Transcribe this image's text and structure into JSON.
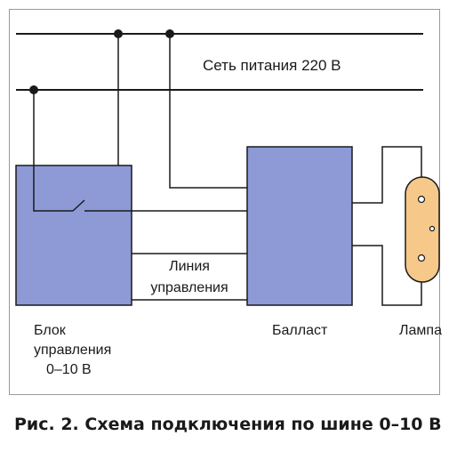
{
  "diagram": {
    "mains_label": "Сеть питания 220 В",
    "control_unit_lines": [
      "Блок",
      "управления",
      "0–10 В"
    ],
    "control_line_lines": [
      "Линия",
      "управления"
    ],
    "ballast_label": "Балласт",
    "lamp_label": "Лампа",
    "colors": {
      "box_fill": "#8e9ad6",
      "lamp_fill": "#f6c88a",
      "line": "#1a1a1a",
      "border": "#9a9a9a"
    }
  },
  "caption": "Рис. 2. Схема подключения по шине 0–10 В"
}
